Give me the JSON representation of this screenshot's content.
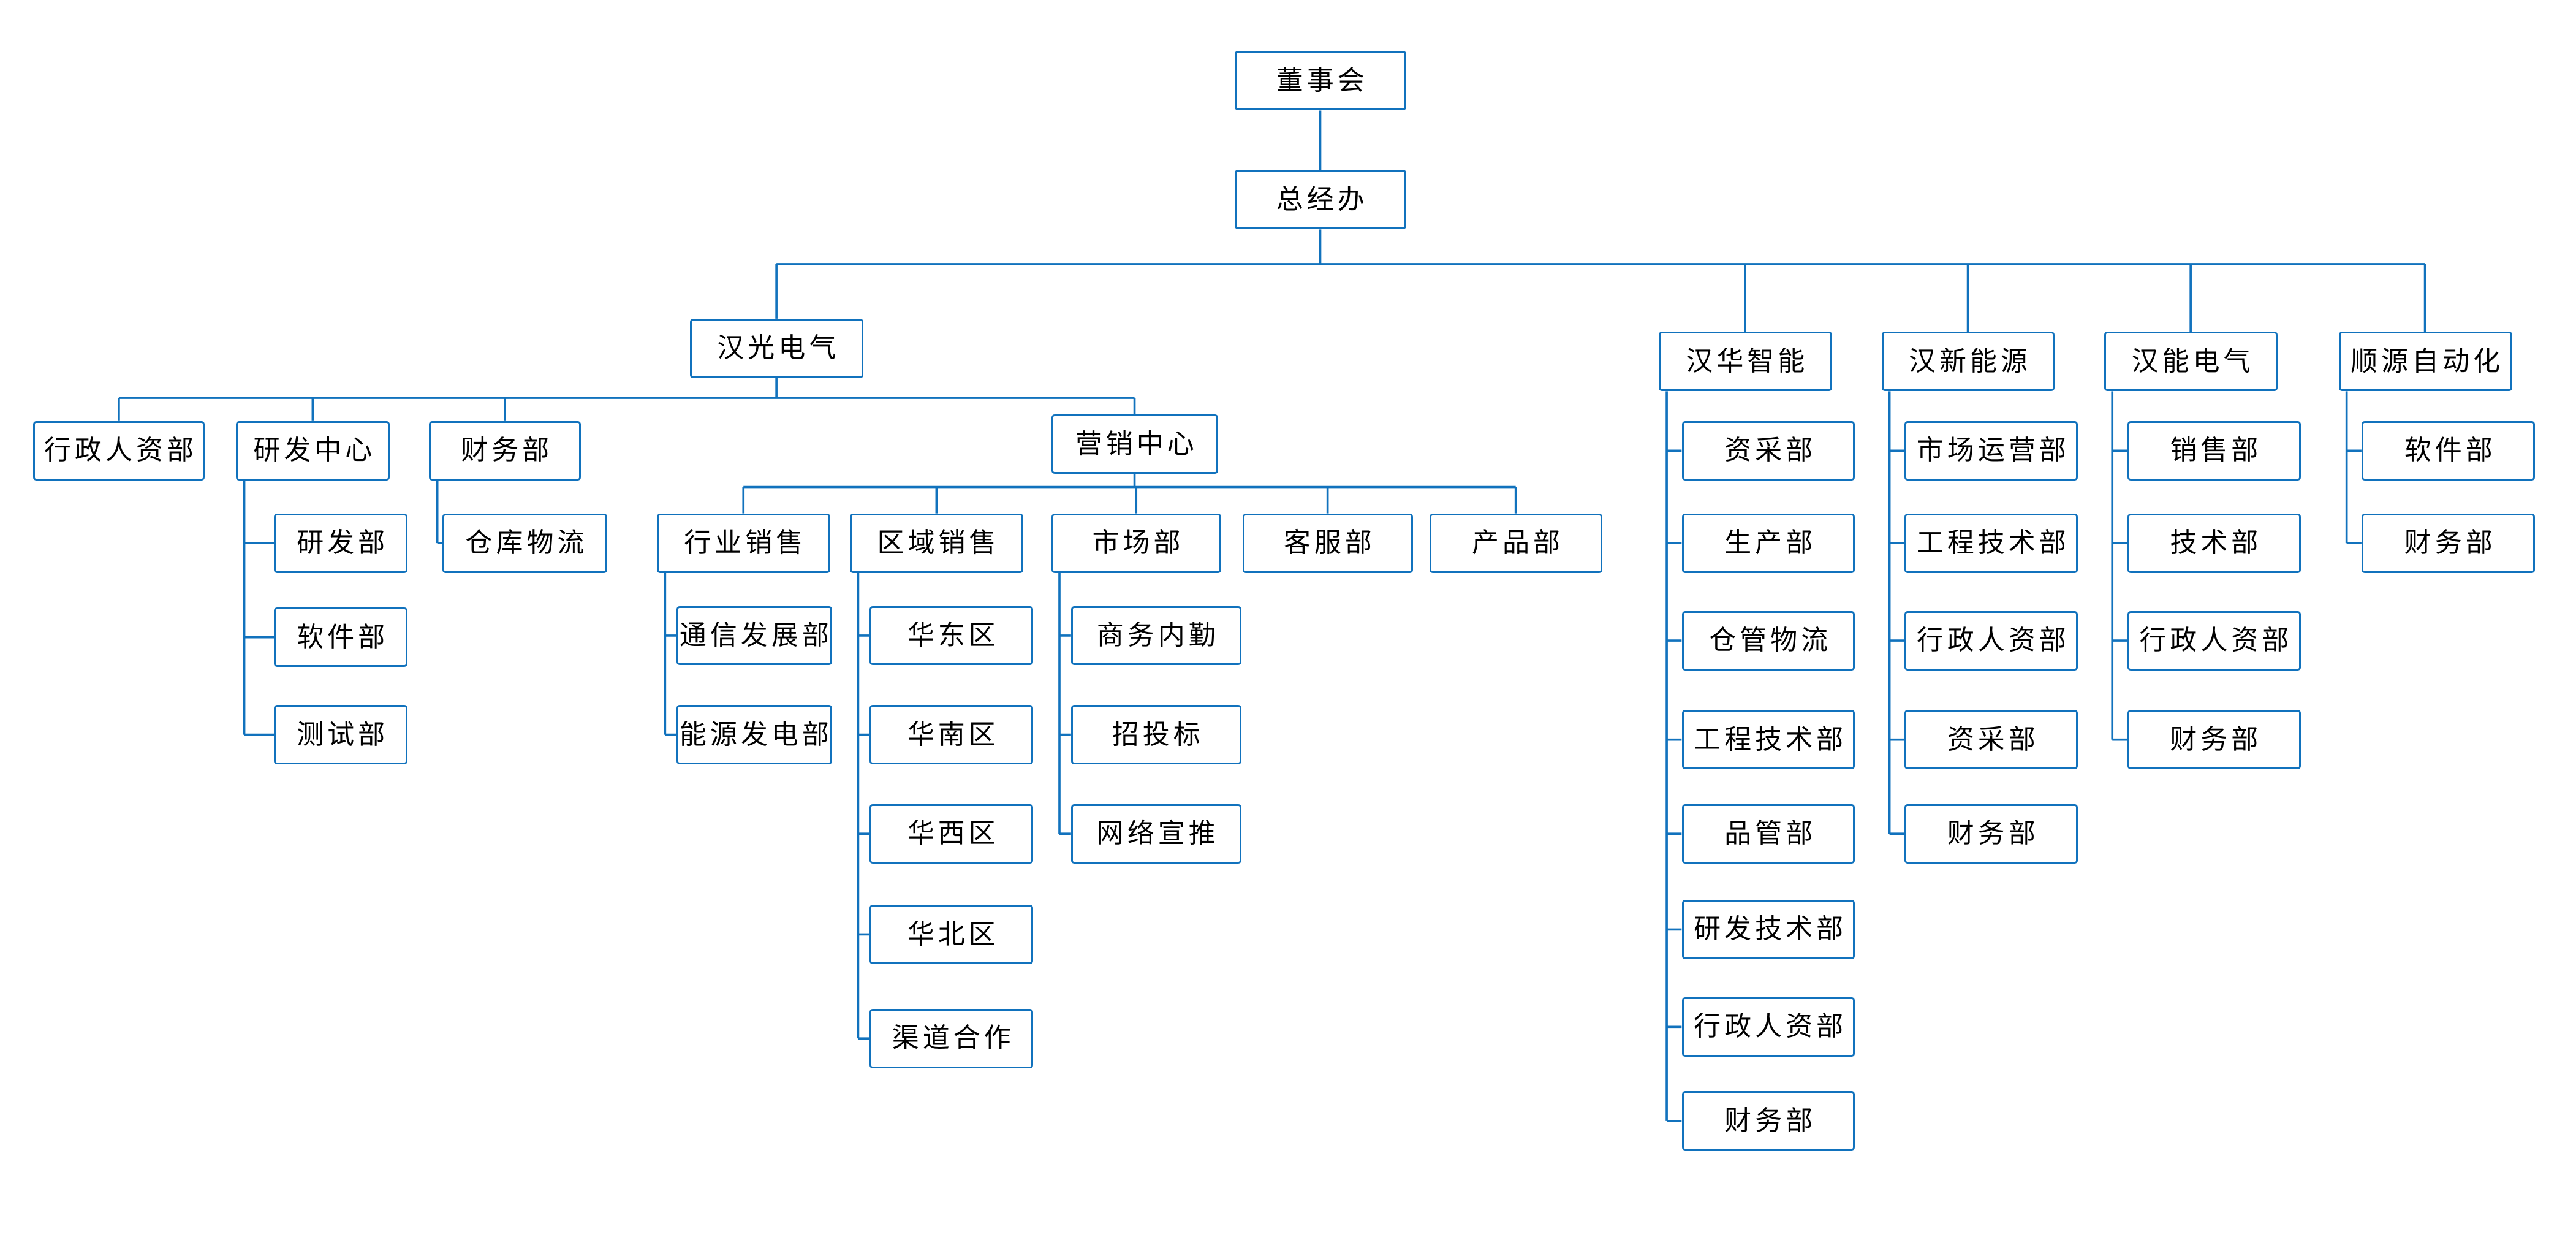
{
  "colors": {
    "line": "#1172BD",
    "text": "#000000",
    "background": "#FFFFFF"
  },
  "org": {
    "id": "board",
    "label": "董事会",
    "children": [
      {
        "id": "gm-office",
        "label": "总经办",
        "children": [
          {
            "id": "hanguang",
            "label": "汉光电气",
            "children": [
              {
                "id": "hg-admin-hr",
                "label": "行政人资部",
                "children": []
              },
              {
                "id": "rd-center",
                "label": "研发中心",
                "children": [
                  {
                    "id": "rd-dept",
                    "label": "研发部",
                    "children": []
                  },
                  {
                    "id": "software-dept",
                    "label": "软件部",
                    "children": []
                  },
                  {
                    "id": "testing-dept",
                    "label": "测试部",
                    "children": []
                  }
                ]
              },
              {
                "id": "hg-finance",
                "label": "财务部",
                "children": [
                  {
                    "id": "warehouse-logistics",
                    "label": "仓库物流",
                    "children": []
                  }
                ]
              },
              {
                "id": "marketing-center",
                "label": "营销中心",
                "children": [
                  {
                    "id": "industry-sales",
                    "label": "行业销售",
                    "children": [
                      {
                        "id": "telecom-dev",
                        "label": "通信发展部",
                        "children": []
                      },
                      {
                        "id": "energy-power",
                        "label": "能源发电部",
                        "children": []
                      }
                    ]
                  },
                  {
                    "id": "regional-sales",
                    "label": "区域销售",
                    "children": [
                      {
                        "id": "east-china",
                        "label": "华东区",
                        "children": []
                      },
                      {
                        "id": "south-china",
                        "label": "华南区",
                        "children": []
                      },
                      {
                        "id": "west-china",
                        "label": "华西区",
                        "children": []
                      },
                      {
                        "id": "north-china",
                        "label": "华北区",
                        "children": []
                      },
                      {
                        "id": "channel-coop",
                        "label": "渠道合作",
                        "children": []
                      }
                    ]
                  },
                  {
                    "id": "market-dept",
                    "label": "市场部",
                    "children": [
                      {
                        "id": "business-support",
                        "label": "商务内勤",
                        "children": []
                      },
                      {
                        "id": "bidding",
                        "label": "招投标",
                        "children": []
                      },
                      {
                        "id": "online-promo",
                        "label": "网络宣推",
                        "children": []
                      }
                    ]
                  },
                  {
                    "id": "customer-service",
                    "label": "客服部",
                    "children": []
                  },
                  {
                    "id": "product-dept",
                    "label": "产品部",
                    "children": []
                  }
                ]
              }
            ]
          },
          {
            "id": "hanhua",
            "label": "汉华智能",
            "children": [
              {
                "id": "hh-procurement",
                "label": "资采部",
                "children": []
              },
              {
                "id": "hh-production",
                "label": "生产部",
                "children": []
              },
              {
                "id": "hh-warehouse",
                "label": "仓管物流",
                "children": []
              },
              {
                "id": "hh-engineering",
                "label": "工程技术部",
                "children": []
              },
              {
                "id": "hh-quality",
                "label": "品管部",
                "children": []
              },
              {
                "id": "hh-rd-tech",
                "label": "研发技术部",
                "children": []
              },
              {
                "id": "hh-admin-hr",
                "label": "行政人资部",
                "children": []
              },
              {
                "id": "hh-finance",
                "label": "财务部",
                "children": []
              }
            ]
          },
          {
            "id": "hanxin",
            "label": "汉新能源",
            "children": [
              {
                "id": "hx-market-ops",
                "label": "市场运营部",
                "children": []
              },
              {
                "id": "hx-engineering",
                "label": "工程技术部",
                "children": []
              },
              {
                "id": "hx-admin-hr",
                "label": "行政人资部",
                "children": []
              },
              {
                "id": "hx-procurement",
                "label": "资采部",
                "children": []
              },
              {
                "id": "hx-finance",
                "label": "财务部",
                "children": []
              }
            ]
          },
          {
            "id": "hanneng",
            "label": "汉能电气",
            "children": [
              {
                "id": "hn-sales",
                "label": "销售部",
                "children": []
              },
              {
                "id": "hn-tech",
                "label": "技术部",
                "children": []
              },
              {
                "id": "hn-admin-hr",
                "label": "行政人资部",
                "children": []
              },
              {
                "id": "hn-finance",
                "label": "财务部",
                "children": []
              }
            ]
          },
          {
            "id": "shunyuan",
            "label": "顺源自动化",
            "children": [
              {
                "id": "sy-software",
                "label": "软件部",
                "children": []
              },
              {
                "id": "sy-finance",
                "label": "财务部",
                "children": []
              }
            ]
          }
        ]
      }
    ]
  }
}
